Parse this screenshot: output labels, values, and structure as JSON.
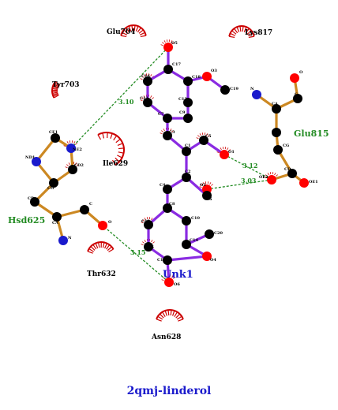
{
  "title": "2qmj-linderol",
  "ligand": {
    "name": "Unk1",
    "atoms": [
      {
        "id": "O5",
        "label": "O5",
        "el": "O"
      },
      {
        "id": "C17",
        "label": "C17",
        "el": "C"
      },
      {
        "id": "C16",
        "label": "C16",
        "el": "C"
      },
      {
        "id": "C18",
        "label": "C18",
        "el": "C"
      },
      {
        "id": "O3",
        "label": "O3",
        "el": "O"
      },
      {
        "id": "C19",
        "label": "C19",
        "el": "C"
      },
      {
        "id": "C11",
        "label": "C11",
        "el": "C"
      },
      {
        "id": "C13",
        "label": "C13",
        "el": "C"
      },
      {
        "id": "C9",
        "label": "C9",
        "el": "C"
      },
      {
        "id": "C7",
        "label": "C7",
        "el": "C"
      },
      {
        "id": "C3",
        "label": "C3",
        "el": "C"
      },
      {
        "id": "C5",
        "label": "C5",
        "el": "C"
      },
      {
        "id": "C1",
        "label": "C1",
        "el": "C"
      },
      {
        "id": "O1",
        "label": "O1",
        "el": "O"
      },
      {
        "id": "C2",
        "label": "C2",
        "el": "C"
      },
      {
        "id": "C4",
        "label": "C4",
        "el": "C"
      },
      {
        "id": "O2",
        "label": "O2",
        "el": "O"
      },
      {
        "id": "C6",
        "label": "C6",
        "el": "C"
      },
      {
        "id": "C8",
        "label": "C8",
        "el": "C"
      },
      {
        "id": "C10",
        "label": "C10",
        "el": "C"
      },
      {
        "id": "C12",
        "label": "C12",
        "el": "C"
      },
      {
        "id": "C14",
        "label": "C14",
        "el": "C"
      },
      {
        "id": "C20",
        "label": "C20",
        "el": "C"
      },
      {
        "id": "C15",
        "label": "C15",
        "el": "C"
      },
      {
        "id": "O4",
        "label": "O4",
        "el": "O"
      },
      {
        "id": "C18b",
        "label": "C18",
        "el": "C"
      },
      {
        "id": "O6",
        "label": "O6",
        "el": "O"
      }
    ],
    "bonds": [
      [
        "O5",
        "C17"
      ],
      [
        "C17",
        "C16"
      ],
      [
        "C17",
        "C18"
      ],
      [
        "C18",
        "O3"
      ],
      [
        "O3",
        "C19"
      ],
      [
        "C16",
        "C11"
      ],
      [
        "C18",
        "C13"
      ],
      [
        "C13",
        "C9"
      ],
      [
        "C11",
        "C7"
      ],
      [
        "C9",
        "C7"
      ],
      [
        "C7",
        "C3"
      ],
      [
        "C3",
        "C1"
      ],
      [
        "C1",
        "C5"
      ],
      [
        "C5",
        "O1"
      ],
      [
        "C1",
        "C2"
      ],
      [
        "C2",
        "C4"
      ],
      [
        "C2",
        "C6"
      ],
      [
        "C6",
        "O2"
      ],
      [
        "C4",
        "C8"
      ],
      [
        "C8",
        "C12"
      ],
      [
        "C8",
        "C10"
      ],
      [
        "C10",
        "C14"
      ],
      [
        "C14",
        "C20"
      ],
      [
        "C14",
        "O4"
      ],
      [
        "C12",
        "C15"
      ],
      [
        "C15",
        "C18b"
      ],
      [
        "O4",
        "C18b"
      ],
      [
        "C18b",
        "O6"
      ]
    ]
  },
  "residues": [
    {
      "name": "Hsd625",
      "atoms": [
        {
          "id": "NE2",
          "label": "NE2",
          "el": "N"
        },
        {
          "id": "CE1",
          "label": "CE1",
          "el": "C"
        },
        {
          "id": "ND1",
          "label": "ND1",
          "el": "N"
        },
        {
          "id": "CG",
          "label": "CG",
          "el": "C"
        },
        {
          "id": "CD2",
          "label": "CD2",
          "el": "C"
        },
        {
          "id": "CB",
          "label": "CB",
          "el": "C"
        },
        {
          "id": "CA",
          "label": "CA",
          "el": "C"
        },
        {
          "id": "N",
          "label": "N",
          "el": "N"
        },
        {
          "id": "C",
          "label": "C",
          "el": "C"
        },
        {
          "id": "O",
          "label": "O",
          "el": "O"
        }
      ],
      "bonds": [
        [
          "NE2",
          "CE1"
        ],
        [
          "CE1",
          "ND1"
        ],
        [
          "ND1",
          "CG"
        ],
        [
          "CG",
          "CD2"
        ],
        [
          "CD2",
          "NE2"
        ],
        [
          "CG",
          "CB"
        ],
        [
          "CB",
          "CA"
        ],
        [
          "CA",
          "N"
        ],
        [
          "CA",
          "C"
        ],
        [
          "C",
          "O"
        ]
      ]
    },
    {
      "name": "Glu815",
      "atoms": [
        {
          "id": "N",
          "label": "N",
          "el": "N"
        },
        {
          "id": "CA",
          "label": "CA",
          "el": "C"
        },
        {
          "id": "C",
          "label": "C",
          "el": "C"
        },
        {
          "id": "O",
          "label": "O",
          "el": "O"
        },
        {
          "id": "CB",
          "label": "CB",
          "el": "C"
        },
        {
          "id": "CG",
          "label": "CG",
          "el": "C"
        },
        {
          "id": "CD",
          "label": "CD",
          "el": "C"
        },
        {
          "id": "OE2",
          "label": "OE2",
          "el": "O"
        },
        {
          "id": "OE1",
          "label": "OE1",
          "el": "O"
        }
      ],
      "bonds": [
        [
          "N",
          "CA"
        ],
        [
          "CA",
          "C"
        ],
        [
          "C",
          "O"
        ],
        [
          "CA",
          "CB"
        ],
        [
          "CB",
          "CG"
        ],
        [
          "CG",
          "CD"
        ],
        [
          "CD",
          "OE2"
        ],
        [
          "CD",
          "OE1"
        ]
      ]
    }
  ],
  "hydrophobic": [
    {
      "name": "Glu704"
    },
    {
      "name": "Lys817"
    },
    {
      "name": "Tyr703"
    },
    {
      "name": "Ile629"
    },
    {
      "name": "Thr632"
    },
    {
      "name": "Asn628"
    }
  ],
  "hbonds": [
    {
      "from": "lig.O5",
      "to": "Hsd625.NE2",
      "label": "3.10"
    },
    {
      "from": "lig.O1",
      "to": "Glu815.OE2",
      "label": "3.12"
    },
    {
      "from": "lig.O2",
      "to": "Glu815.OE2",
      "label": "3.03"
    },
    {
      "from": "lig.O6",
      "to": "Hsd625.O",
      "label": "3.15"
    }
  ],
  "colors": {
    "carbon": "#000000",
    "oxygen": "#ff0000",
    "nitrogen": "#1a1acc",
    "ligand_bond": "#8a2be2",
    "residue_bond": "#cc8822",
    "hbond": "#228b22",
    "hydrophobic": "#cc0000"
  }
}
